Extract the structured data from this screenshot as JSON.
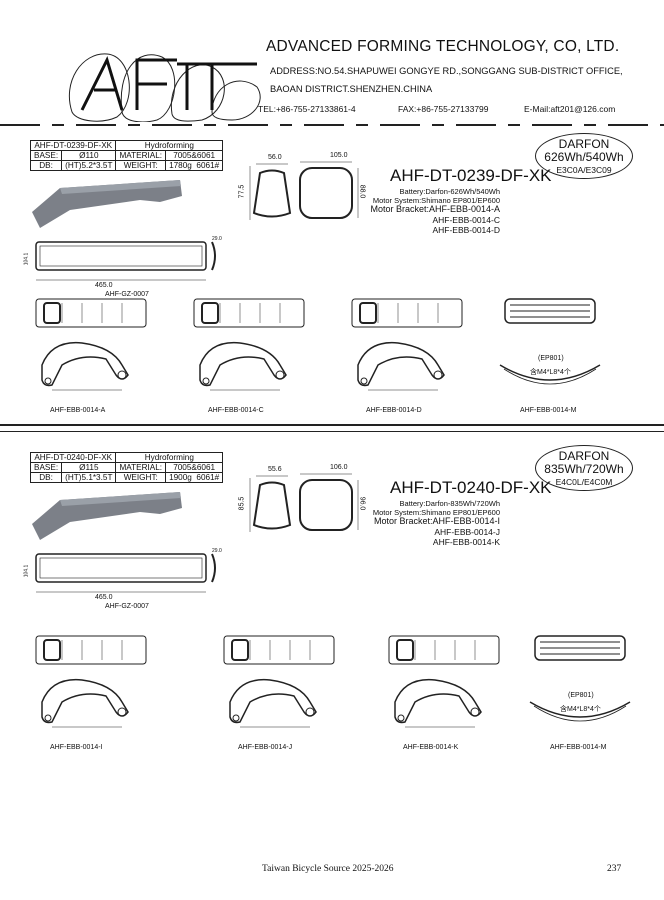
{
  "header": {
    "logo_text": "AFT",
    "company": "ADVANCED FORMING TECHNOLOGY, CO, LTD.",
    "address_line1": "ADDRESS:NO.54.SHAPUWEI GONGYE RD.,SONGGANG SUB-DISTRICT OFFICE,",
    "address_line2": "BAOAN DISTRICT.SHENZHEN.CHINA",
    "tel": "TEL:+86-755-27133861-4",
    "fax": "FAX:+86-755-27133799",
    "email": "E-Mail:aft201@126.com"
  },
  "sections": [
    {
      "spec": {
        "model": "AHF-DT-0239-DF-XK",
        "process": "Hydroforming",
        "base_label": "BASE:",
        "base": "Ø110",
        "material_label": "MATERIAL:",
        "material": "7005&6061",
        "db_label": "DB:",
        "db": "(HT)5.2*3.5T",
        "weight_label": "WEIGHT:",
        "weight": "1780g",
        "alloy": "6061#"
      },
      "cross_section": {
        "small_width": "56.0",
        "small_height": "77.5",
        "large_width": "105.0",
        "large_height": "88.0"
      },
      "title": "AHF-DT-0239-DF-XK",
      "battery": "Battery:Darfon-626Wh/540Wh",
      "motor_system": "Motor System:Shimano EP801/EP600",
      "motor_bracket": "Motor Bracket:AHF-EBB-0014-A",
      "bracket2": "AHF-EBB-0014-C",
      "bracket3": "AHF-EBB-0014-D",
      "badge": {
        "brand": "DARFON",
        "capacity": "626Wh/540Wh",
        "codes": "E3C0A/E3C09"
      },
      "side": {
        "length": "465.0",
        "height": "104.1",
        "end": "29.0",
        "part": "AHF-GZ-0007"
      },
      "brackets": [
        "AHF-EBB-0014-A",
        "AHF-EBB-0014-C",
        "AHF-EBB-0014-D",
        "AHF-EBB-0014-M"
      ],
      "ep_label": "(EP801)",
      "screw_note": "含M4*L8*4个"
    },
    {
      "spec": {
        "model": "AHF-DT-0240-DF-XK",
        "process": "Hydroforming",
        "base_label": "BASE:",
        "base": "Ø115",
        "material_label": "MATERIAL:",
        "material": "7005&6061",
        "db_label": "DB:",
        "db": "(HT)5.1*3.5T",
        "weight_label": "WEIGHT:",
        "weight": "1900g",
        "alloy": "6061#"
      },
      "cross_section": {
        "small_width": "55.6",
        "small_height": "85.5",
        "large_width": "106.0",
        "large_height": "96.0"
      },
      "title": "AHF-DT-0240-DF-XK",
      "battery": "Battery:Darfon-835Wh/720Wh",
      "motor_system": "Motor System:Shimano EP801/EP600",
      "motor_bracket": "Motor Bracket:AHF-EBB-0014-I",
      "bracket2": "AHF-EBB-0014-J",
      "bracket3": "AHF-EBB-0014-K",
      "badge": {
        "brand": "DARFON",
        "capacity": "835Wh/720Wh",
        "codes": "E4C0L/E4C0M"
      },
      "side": {
        "length": "465.0",
        "height": "104.1",
        "end": "29.0",
        "part": "AHF-GZ-0007"
      },
      "brackets": [
        "AHF-EBB-0014-I",
        "AHF-EBB-0014-J",
        "AHF-EBB-0014-K",
        "AHF-EBB-0014-M"
      ],
      "ep_label": "(EP801)",
      "screw_note": "含M4*L8*4个"
    }
  ],
  "footer": {
    "publication": "Taiwan Bicycle Source 2025-2026",
    "page": "237"
  }
}
